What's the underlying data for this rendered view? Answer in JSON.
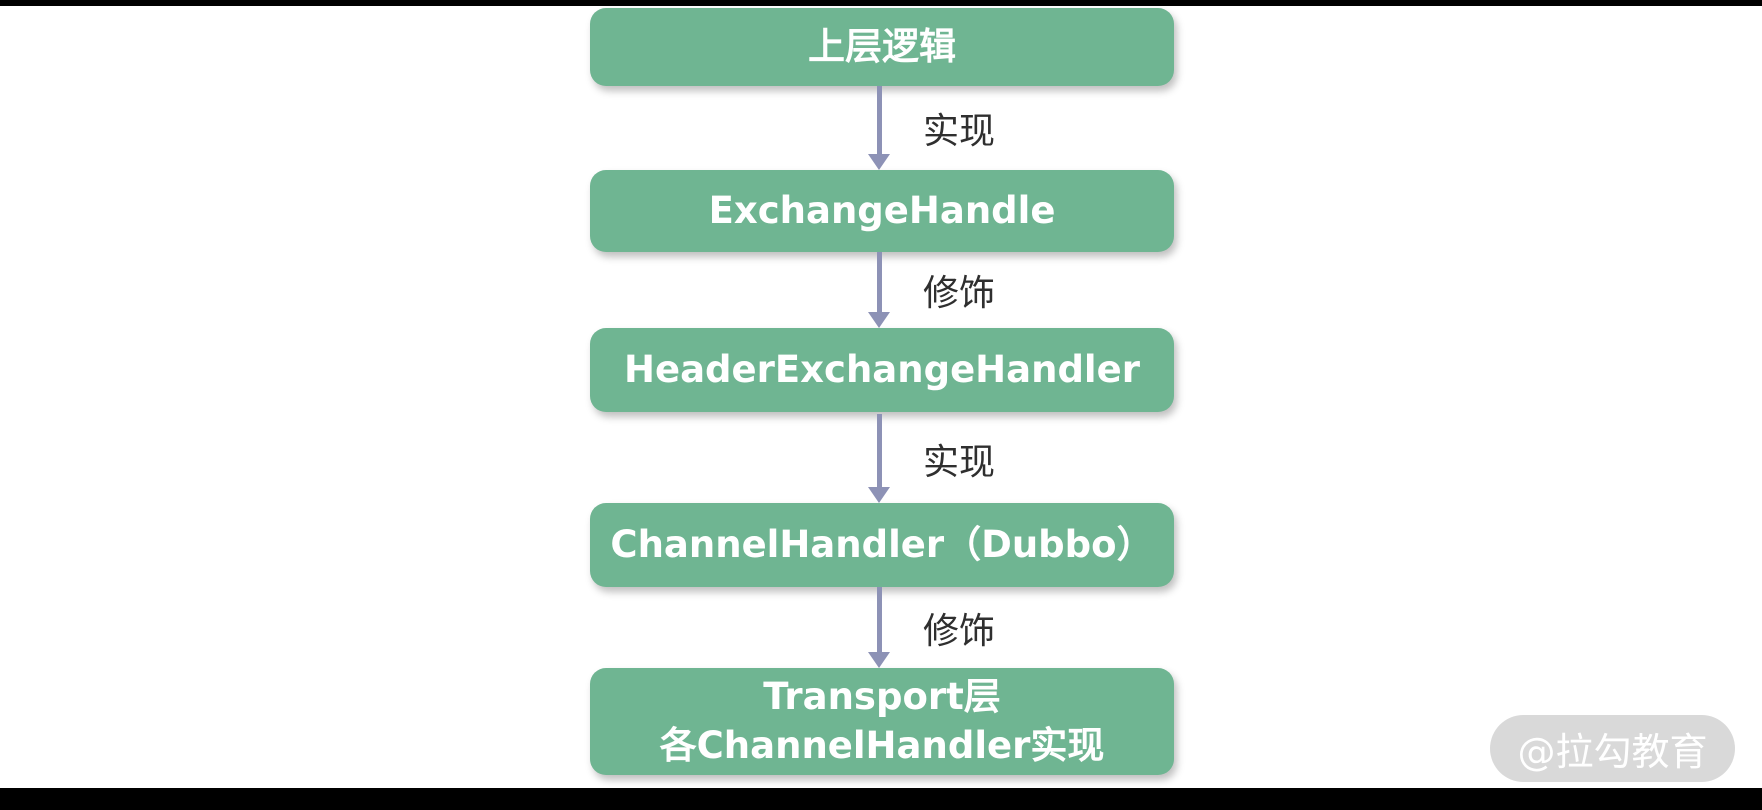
{
  "diagram": {
    "nodes": [
      {
        "label": "上层逻辑"
      },
      {
        "label": "ExchangeHandle"
      },
      {
        "label": "HeaderExchangeHandler"
      },
      {
        "label": "ChannelHandler（Dubbo）"
      },
      {
        "lines": [
          "Transport层",
          "各ChannelHandler实现"
        ]
      }
    ],
    "edges": [
      {
        "label": "实现"
      },
      {
        "label": "修饰"
      },
      {
        "label": "实现"
      },
      {
        "label": "修饰"
      }
    ],
    "colors": {
      "node_bg": "#6FB592",
      "node_text": "#FFFFFF",
      "arrow": "#8D92B6",
      "edge_label_text": "#2F2F2F",
      "watermark_bg": "#D9D9D9",
      "watermark_text": "#FFFFFF"
    }
  },
  "watermark": {
    "text": "@拉勾教育"
  }
}
